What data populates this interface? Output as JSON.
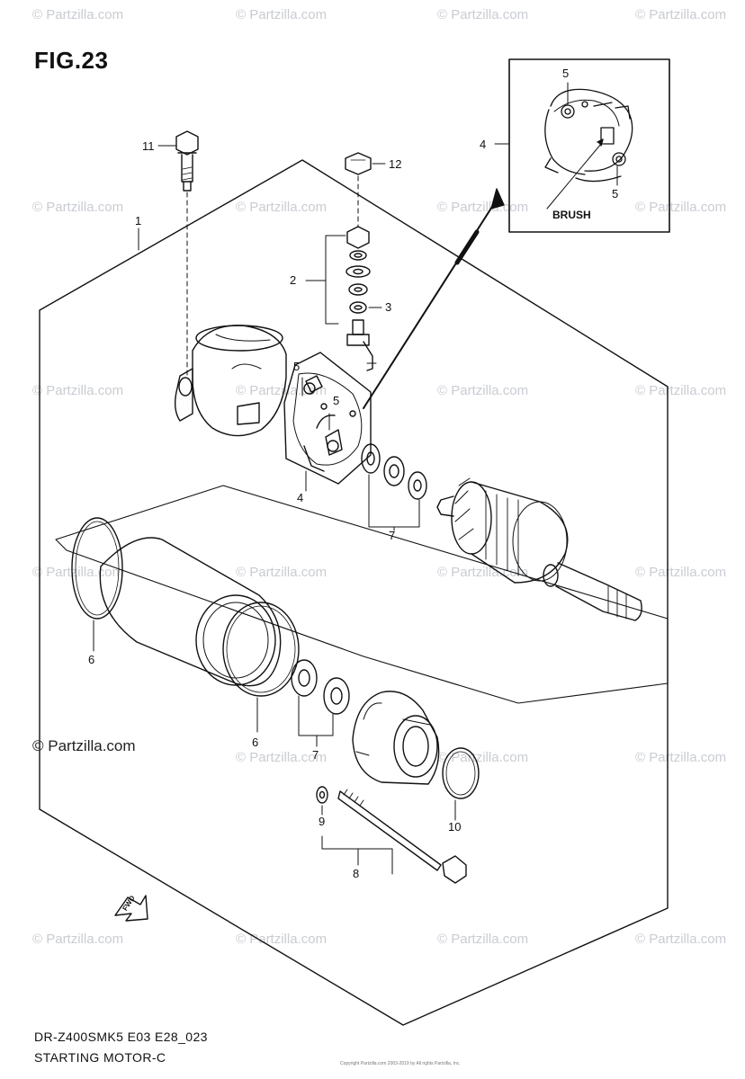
{
  "figure": {
    "title": "FIG.23",
    "model_code": "DR-Z400SMK5 E03 E28_023",
    "caption": "STARTING MOTOR-C",
    "copyright": "© Partzilla.com",
    "watermark_text": "© Partzilla.com",
    "small_print": "Copyright Partzilla.com 2003-2019 by All rights Partzilla, Inc."
  },
  "inset": {
    "label": "BRUSH"
  },
  "fwd_label": "FWD",
  "callouts": {
    "c1": "1",
    "c2": "2",
    "c3": "3",
    "c4a": "4",
    "c4b": "4",
    "c5a": "5",
    "c5b": "5",
    "c5c": "5",
    "c5d": "5",
    "c6a": "6",
    "c6b": "6",
    "c7a": "7",
    "c7b": "7",
    "c8": "8",
    "c9": "9",
    "c10": "10",
    "c11": "11",
    "c12": "12"
  },
  "colors": {
    "line": "#111111",
    "watermark": "#c9ccd2"
  }
}
